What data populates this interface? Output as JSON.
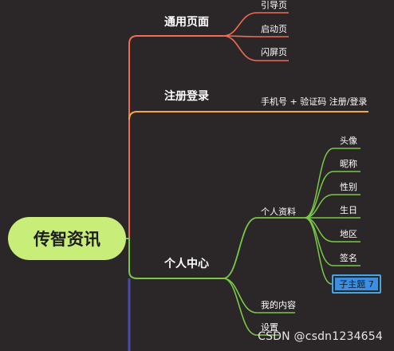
{
  "colors": {
    "background": "#2b2628",
    "root_fill": "#c8ed78",
    "branch_tongyong": "#f26b53",
    "branch_zhuce": "#f3a646",
    "branch_geren": "#79c947",
    "branch_lower": "#4b4aa6",
    "selection": "#3fa8e8"
  },
  "root": {
    "label": "传智资讯"
  },
  "branches": {
    "tongyong": {
      "label": "通用页面",
      "children": [
        "引导页",
        "启动页",
        "闪屏页"
      ]
    },
    "zhuce": {
      "label": "注册登录",
      "children": [
        "手机号 + 验证码 注册/登录"
      ]
    },
    "geren": {
      "label": "个人中心",
      "profile": {
        "label": "个人资料",
        "children": [
          "头像",
          "昵称",
          "性别",
          "生日",
          "地区",
          "签名"
        ],
        "selected_child": "子主题 7"
      },
      "content": "我的内容",
      "settings": "设置"
    }
  },
  "watermark": "CSDN @csdn1234654"
}
